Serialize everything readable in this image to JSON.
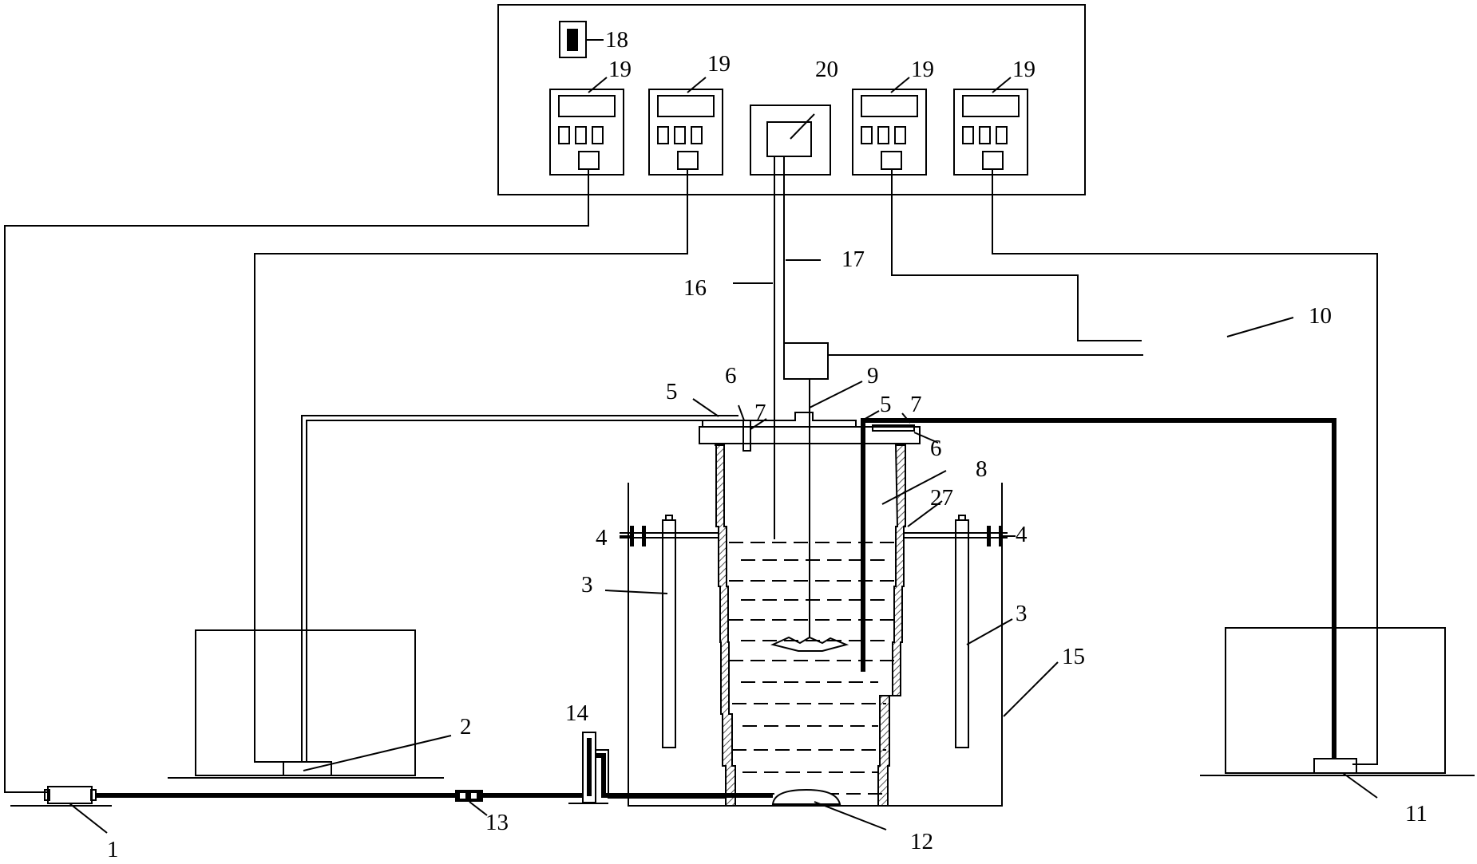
{
  "labels": {
    "l1": "1",
    "l2": "2",
    "l3a": "3",
    "l3b": "3",
    "l4a": "4",
    "l4b": "4",
    "l5a": "5",
    "l5b": "5",
    "l6a": "6",
    "l6b": "6",
    "l7a": "7",
    "l7b": "7",
    "l8": "8",
    "l9": "9",
    "l10": "10",
    "l11": "11",
    "l12": "12",
    "l13": "13",
    "l14": "14",
    "l15": "15",
    "l16": "16",
    "l17": "17",
    "l18": "18",
    "l19a": "19",
    "l19b": "19",
    "l19c": "19",
    "l19d": "19",
    "l20": "20",
    "l27": "27"
  },
  "colors": {
    "line": "#000000",
    "background": "#ffffff",
    "hatch": "#555555"
  }
}
